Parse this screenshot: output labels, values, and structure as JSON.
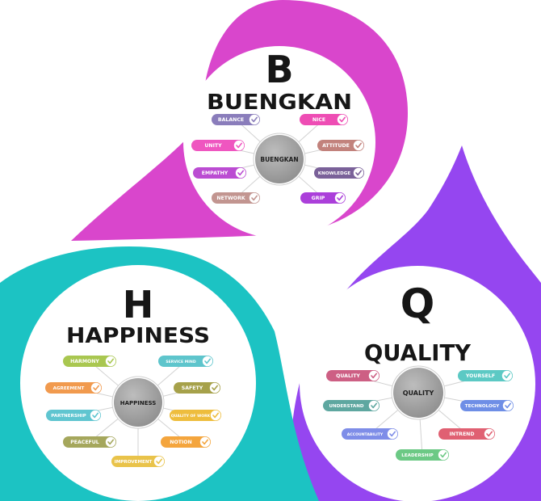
{
  "colors": {
    "magenta": "#d946cc",
    "purple": "#9546f0",
    "teal": "#1cc3c3",
    "hub": "#a8a8a8",
    "spoke": "#d2d2d2"
  },
  "sections": [
    {
      "id": "buengkan",
      "letter": "B",
      "word": "BUENGKAN",
      "hub": "BUENGKAN",
      "items": [
        {
          "label": "BALANCE",
          "color": "#8a7dbb"
        },
        {
          "label": "NICE",
          "color": "#ee4db4"
        },
        {
          "label": "UNITY",
          "color": "#ef56c0"
        },
        {
          "label": "ATTITUDE",
          "color": "#c2827c"
        },
        {
          "label": "EMPATHY",
          "color": "#bb4cd2"
        },
        {
          "label": "KNOWLEDGE",
          "color": "#7a6199"
        },
        {
          "label": "NETWORK",
          "color": "#c29590"
        },
        {
          "label": "GRIP",
          "color": "#ab3fda"
        }
      ]
    },
    {
      "id": "happiness",
      "letter": "H",
      "word": "HAPPINESS",
      "hub": "HAPPINESS",
      "items": [
        {
          "label": "HARMONY",
          "color": "#a9c750"
        },
        {
          "label": "SERVICE MIND",
          "color": "#5ec5cc"
        },
        {
          "label": "AGREEMENT",
          "color": "#f19a4e"
        },
        {
          "label": "SAFETY",
          "color": "#a6a14a"
        },
        {
          "label": "PARTNERSHIP",
          "color": "#5fc5d0"
        },
        {
          "label": "QUALITY OF WORK",
          "color": "#eebd3d"
        },
        {
          "label": "PEACEFUL",
          "color": "#a5a75c"
        },
        {
          "label": "NOTION",
          "color": "#f4a53d"
        },
        {
          "label": "IMPROVEMENT",
          "color": "#e9c34a"
        }
      ]
    },
    {
      "id": "quality",
      "letter": "Q",
      "word": "QUALITY",
      "hub": "QUALITY",
      "items": [
        {
          "label": "QUALITY",
          "color": "#cd5f84"
        },
        {
          "label": "YOURSELF",
          "color": "#5cc9c4"
        },
        {
          "label": "UNDERSTAND",
          "color": "#5ea7a0"
        },
        {
          "label": "TECHNOLOGY",
          "color": "#6e8ee6"
        },
        {
          "label": "ACCOUNTABILITY",
          "color": "#7e8de8"
        },
        {
          "label": "INTREND",
          "color": "#e06072"
        },
        {
          "label": "LEADERSHIP",
          "color": "#6cc985"
        }
      ]
    }
  ]
}
